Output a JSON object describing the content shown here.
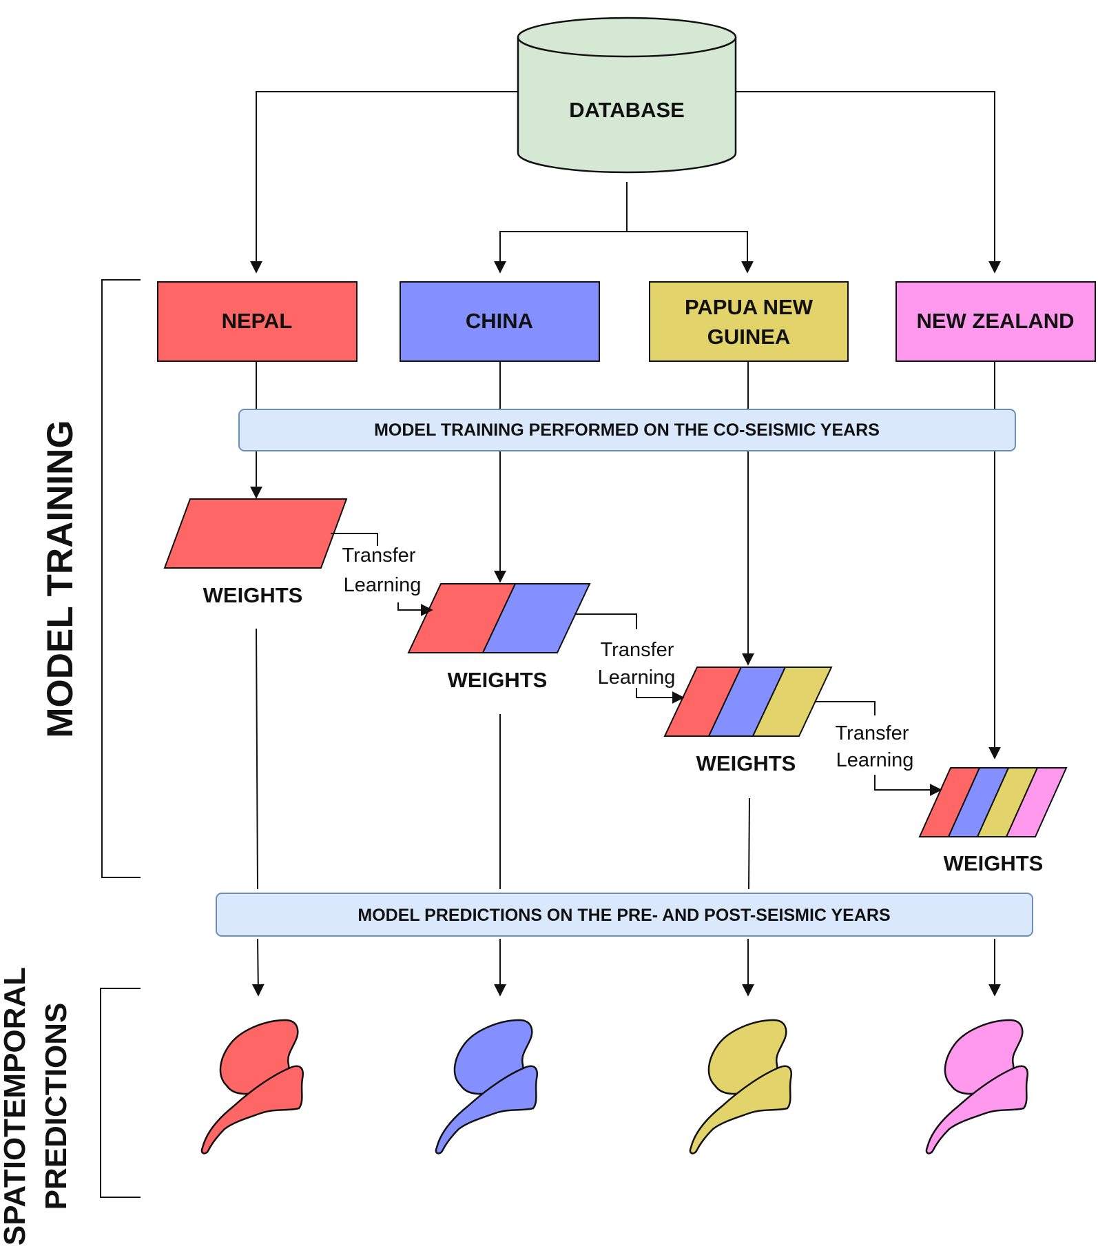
{
  "database": {
    "label": "DATABASE"
  },
  "countries": [
    {
      "id": "nepal",
      "lines": [
        "NEPAL"
      ],
      "color": "#FF6666"
    },
    {
      "id": "china",
      "lines": [
        "CHINA"
      ],
      "color": "#8490FF"
    },
    {
      "id": "png",
      "lines": [
        "PAPUA NEW",
        "GUINEA"
      ],
      "color": "#E2D36A"
    },
    {
      "id": "nz",
      "lines": [
        "NEW ZEALAND"
      ],
      "color": "#FF99EE"
    }
  ],
  "training_banner": "MODEL TRAINING PERFORMED ON THE CO-SEISMIC YEARS",
  "prediction_banner": "MODEL PREDICTIONS ON THE PRE- AND POST-SEISMIC YEARS",
  "weights_label": "WEIGHTS",
  "transfer_learning": [
    "Transfer",
    "Learning"
  ],
  "section_labels": {
    "training": "MODEL TRAINING",
    "predictions": [
      "SPATIOTEMPORAL",
      "PREDICTIONS"
    ]
  },
  "colors": {
    "database_fill": "#D5E8D4",
    "banner_fill": "#DAE8FC",
    "banner_stroke": "#6C8EBF"
  }
}
